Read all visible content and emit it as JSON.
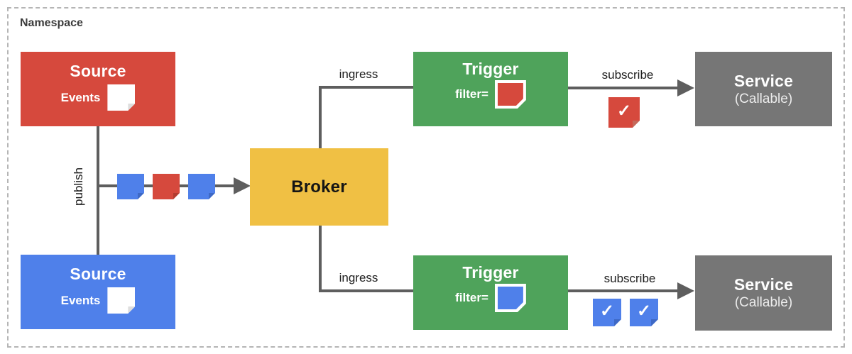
{
  "diagram": {
    "namespace_label": "Namespace",
    "colors": {
      "red": "#d6493d",
      "blue": "#4f80ea",
      "green": "#4fa35b",
      "yellow": "#f0c044",
      "service_gray": "#767676",
      "line_gray": "#5e5e5e",
      "dashed_border": "#b5b5b5"
    },
    "sources": [
      {
        "title": "Source",
        "events_label": "Events",
        "color": "#d6493d"
      },
      {
        "title": "Source",
        "events_label": "Events",
        "color": "#4f80ea"
      }
    ],
    "broker": {
      "title": "Broker",
      "color": "#f0c044"
    },
    "triggers": [
      {
        "title": "Trigger",
        "filter_label": "filter=",
        "filter_note_color": "#d6493d"
      },
      {
        "title": "Trigger",
        "filter_label": "filter=",
        "filter_note_color": "#4f80ea"
      }
    ],
    "services": [
      {
        "title": "Service",
        "subtitle": "(Callable)"
      },
      {
        "title": "Service",
        "subtitle": "(Callable)"
      }
    ],
    "edge_labels": {
      "publish": "publish",
      "ingress_top": "ingress",
      "ingress_bottom": "ingress",
      "subscribe_top": "subscribe",
      "subscribe_bottom": "subscribe"
    },
    "event_stream": {
      "items": [
        "blue",
        "red",
        "blue"
      ]
    },
    "delivered": {
      "top": {
        "count": 1,
        "color": "#d6493d",
        "glyph": "✓"
      },
      "bottom": {
        "count": 2,
        "color": "#4f80ea",
        "glyph": "✓"
      }
    }
  }
}
